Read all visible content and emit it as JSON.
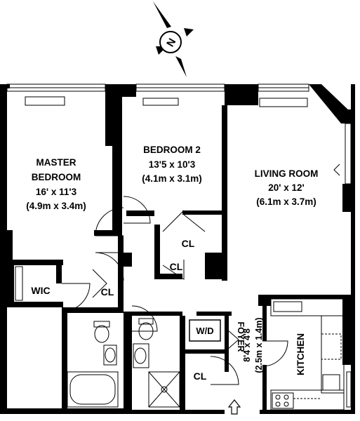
{
  "compass": {
    "icon": "compass-north-icon",
    "letter": "N"
  },
  "rooms": {
    "master_bedroom": {
      "name_line1": "MASTER",
      "name_line2": "BEDROOM",
      "dim_ft": "16' x 11'3",
      "dim_m": "(4.9m x 3.4m)"
    },
    "bedroom_2": {
      "name": "BEDROOM 2",
      "dim_ft": "13'5 x 10'3",
      "dim_m": "(4.1m x 3.1m)"
    },
    "living_room": {
      "name": "LIVING ROOM",
      "dim_ft": "20' x 12'",
      "dim_m": "(6.1m x 3.7m)"
    },
    "wic": {
      "name": "WIC"
    },
    "closet_hall": {
      "name": "CL"
    },
    "closet_bed2_upper": {
      "name": "CL"
    },
    "closet_bed2_lower": {
      "name": "CL"
    },
    "closet_foyer": {
      "name": "CL"
    },
    "laundry": {
      "name": "W/D"
    },
    "foyer": {
      "name": "FOYER",
      "dim_ft": "8'4 x 4'8",
      "dim_m": "(2.5m x 1.4m)"
    },
    "kitchen": {
      "name": "KITCHEN"
    }
  },
  "entry": {
    "icon": "entry-arrow-icon"
  }
}
